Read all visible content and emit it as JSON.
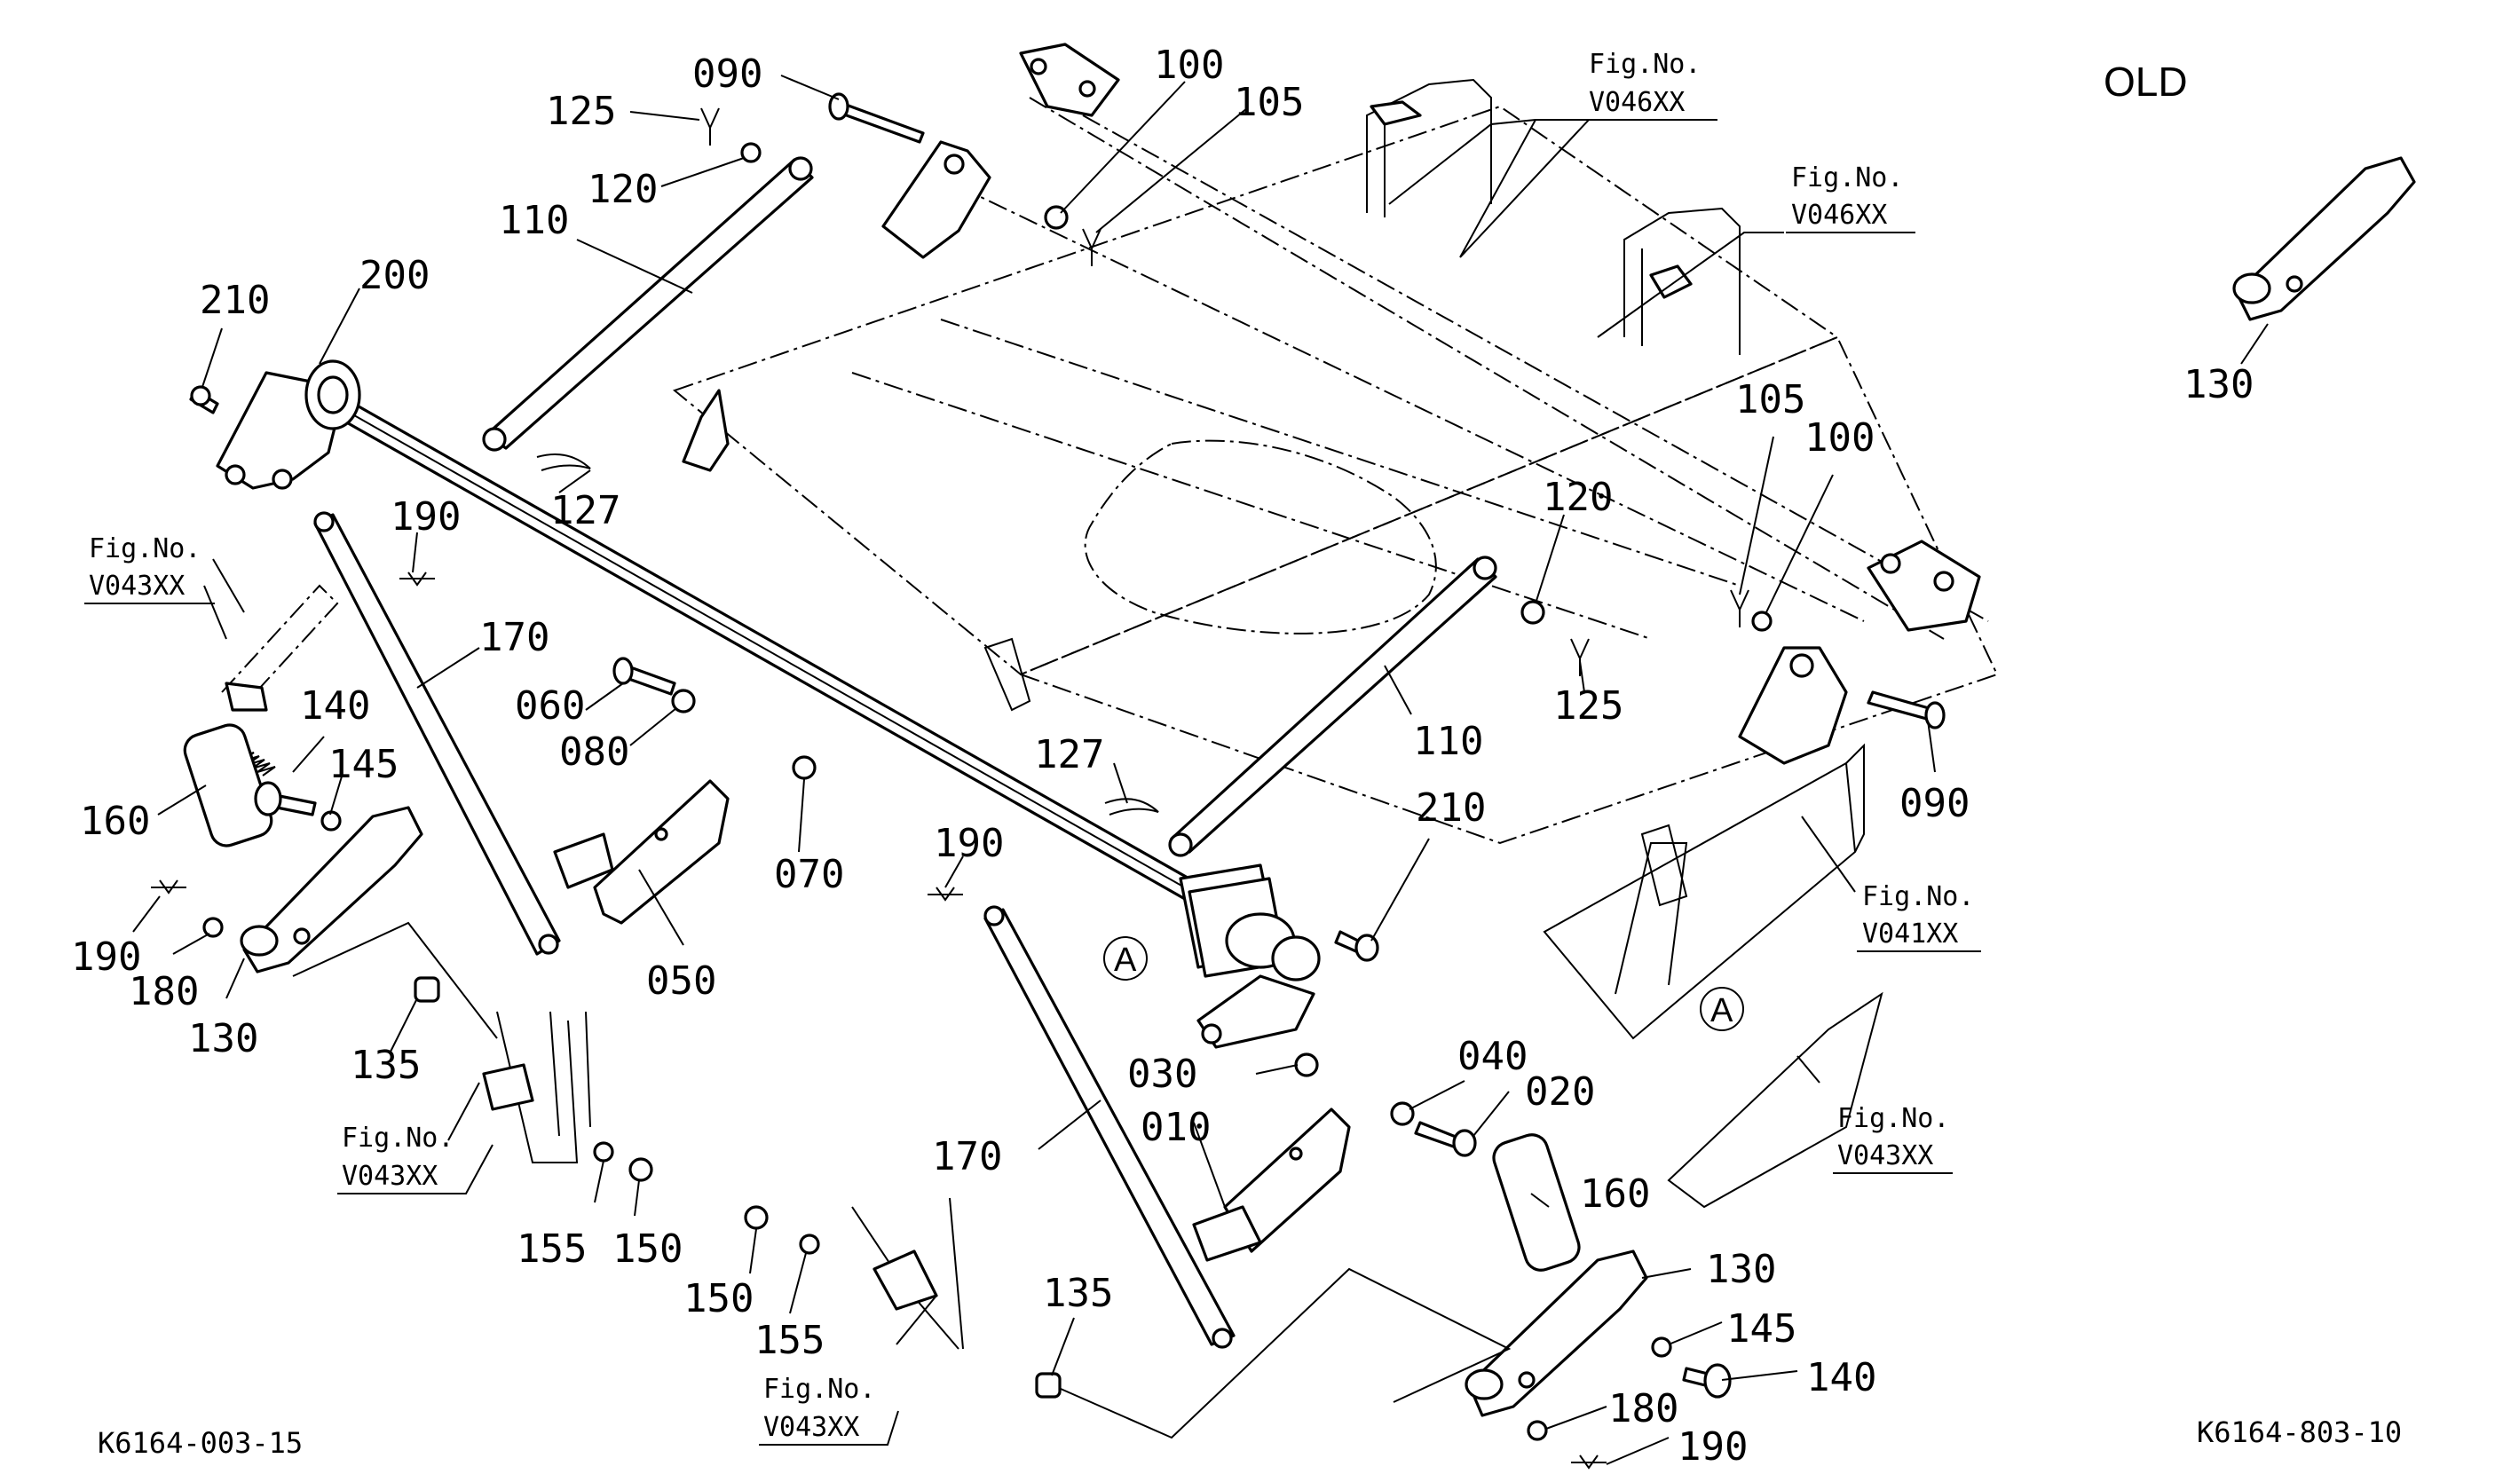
{
  "corner_text": {
    "old": "OLD",
    "code_left": "K6164-003-15",
    "code_right": "K6164-803-10"
  },
  "figure_refs": {
    "v046_a": [
      "Fig.No.",
      "V046XX"
    ],
    "v046_b": [
      "Fig.No.",
      "V046XX"
    ],
    "v043_a": [
      "Fig.No.",
      "V043XX"
    ],
    "v043_b": [
      "Fig.No.",
      "V043XX"
    ],
    "v043_c": [
      "Fig.No.",
      "V043XX"
    ],
    "v043_d": [
      "Fig.No.",
      "V043XX"
    ],
    "v041": [
      "Fig.No.",
      "V041XX"
    ]
  },
  "detail_markers": [
    "A",
    "A"
  ],
  "part_numbers": {
    "p090_top": "090",
    "p100_top": "100",
    "p105_top": "105",
    "p125_top": "125",
    "p120_top": "120",
    "p110_left": "110",
    "p200": "200",
    "p210_left": "210",
    "p127_left": "127",
    "p190_upper": "190",
    "p170_left": "170",
    "p140_left": "140",
    "p145_left": "145",
    "p160_left": "160",
    "p190_left": "190",
    "p180_left": "180",
    "p130_left": "130",
    "p135_left": "135",
    "p155_left": "155",
    "p150_left": "150",
    "p060": "060",
    "p080": "080",
    "p070": "070",
    "p050": "050",
    "p127_center": "127",
    "p190_center": "190",
    "p110_right": "110",
    "p210_right": "210",
    "p030": "030",
    "p040": "040",
    "p020": "020",
    "p010": "010",
    "p170_bottom": "170",
    "p150_bottom": "150",
    "p155_bottom": "155",
    "p135_bottom": "135",
    "p160_right": "160",
    "p130_right": "130",
    "p145_right": "145",
    "p140_right": "140",
    "p180_right": "180",
    "p190_right": "190",
    "p120_right": "120",
    "p125_right": "125",
    "p105_right": "105",
    "p100_right": "100",
    "p090_right": "090",
    "p130_old": "130"
  }
}
